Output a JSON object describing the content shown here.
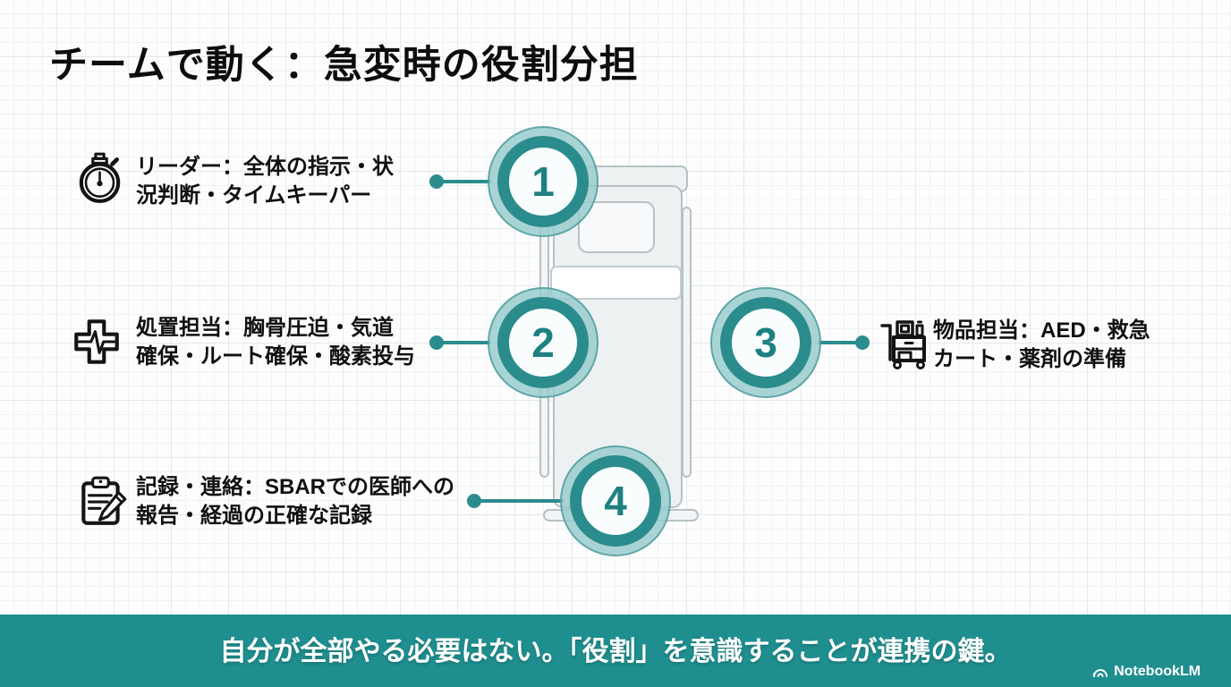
{
  "title": "チームで動く：急変時の役割分担",
  "theme": {
    "teal": "#2b8c8d",
    "teal_dark": "#1f8082",
    "teal_halo": "#96cbcc",
    "banner_bg": "#1f8e8e",
    "ink": "#101010",
    "bed_fill": "#edf1f2",
    "bed_stroke": "#b7c1c6"
  },
  "items": [
    {
      "number": "1",
      "icon": "stopwatch-icon",
      "lines": [
        "リーダー：全体の指示・状",
        "況判断・タイムキーパー"
      ]
    },
    {
      "number": "2",
      "icon": "medical-cross-icon",
      "lines": [
        "処置担当：胸骨圧迫・気道",
        "確保・ルート確保・酸素投与"
      ]
    },
    {
      "number": "3",
      "icon": "emergency-cart-icon",
      "lines": [
        "物品担当：AED・救急",
        "カート・薬剤の準備"
      ]
    },
    {
      "number": "4",
      "icon": "clipboard-pencil-icon",
      "lines": [
        "記録・連絡：SBARでの医師への",
        "報告・経過の正確な記録"
      ]
    }
  ],
  "footer": {
    "message": "自分が全部やる必要はない。「役割」を意識することが連携の鍵。",
    "brand": "NotebookLM"
  }
}
